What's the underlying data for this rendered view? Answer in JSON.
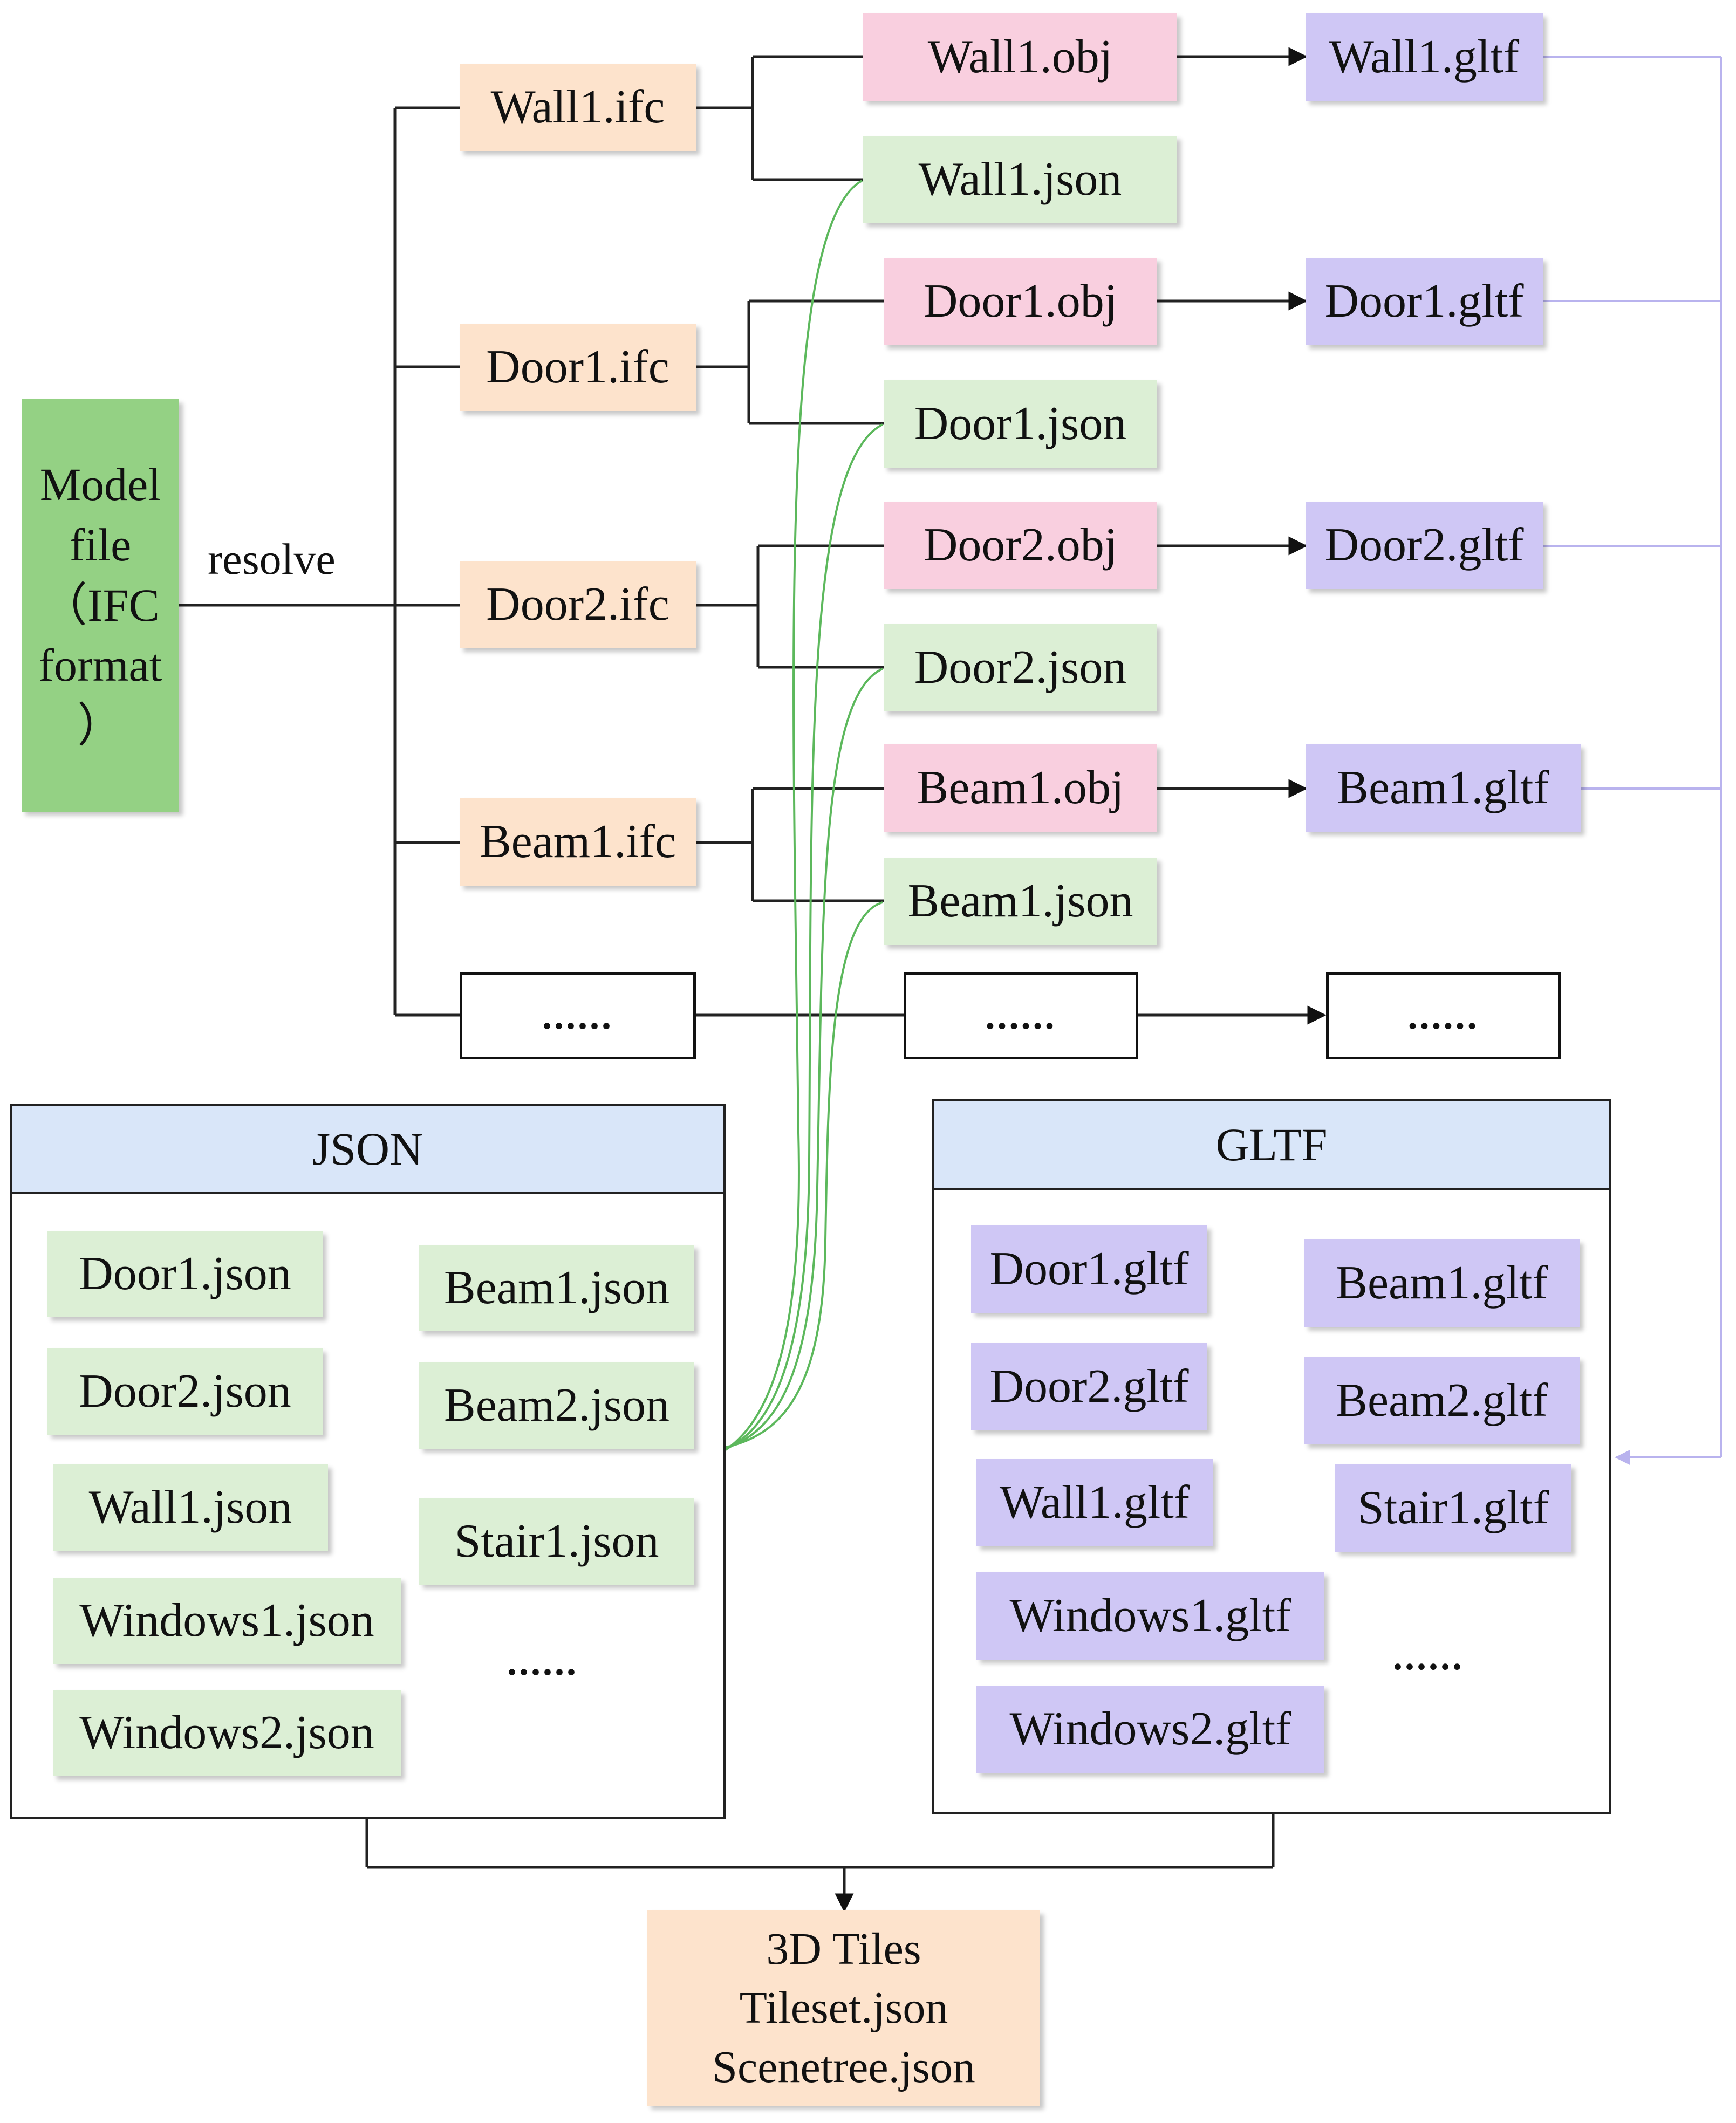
{
  "model": {
    "lines": [
      "Model",
      "file",
      "（IFC",
      "format",
      "）"
    ]
  },
  "resolve_label": "resolve",
  "ifc": [
    "Wall1.ifc",
    "Door1.ifc",
    "Door2.ifc",
    "Beam1.ifc"
  ],
  "obj": [
    "Wall1.obj",
    "Door1.obj",
    "Door2.obj",
    "Beam1.obj"
  ],
  "json": [
    "Wall1.json",
    "Door1.json",
    "Door2.json",
    "Beam1.json"
  ],
  "gltf": [
    "Wall1.gltf",
    "Door1.gltf",
    "Door2.gltf",
    "Beam1.gltf"
  ],
  "ellipsis": "......",
  "json_panel": {
    "title": "JSON",
    "items": [
      "Door1.json",
      "Door2.json",
      "Wall1.json",
      "Windows1.json",
      "Windows2.json",
      "Beam1.json",
      "Beam2.json",
      "Stair1.json"
    ]
  },
  "gltf_panel": {
    "title": "GLTF",
    "items": [
      "Door1.gltf",
      "Door2.gltf",
      "Wall1.gltf",
      "Windows1.gltf",
      "Windows2.gltf",
      "Beam1.gltf",
      "Beam2.gltf",
      "Stair1.gltf"
    ]
  },
  "tiles": {
    "lines": [
      "3D Tiles",
      "Tileset.json",
      "Scenetree.json"
    ]
  },
  "colors": {
    "ifc": "#fde3cc",
    "obj": "#f9cfdf",
    "json": "#dcefd5",
    "gltf": "#cfc7f5",
    "model": "#94d184",
    "panel_header": "#d9e6f9",
    "json_link": "#5cb85c",
    "gltf_link": "#b9b3ee"
  }
}
